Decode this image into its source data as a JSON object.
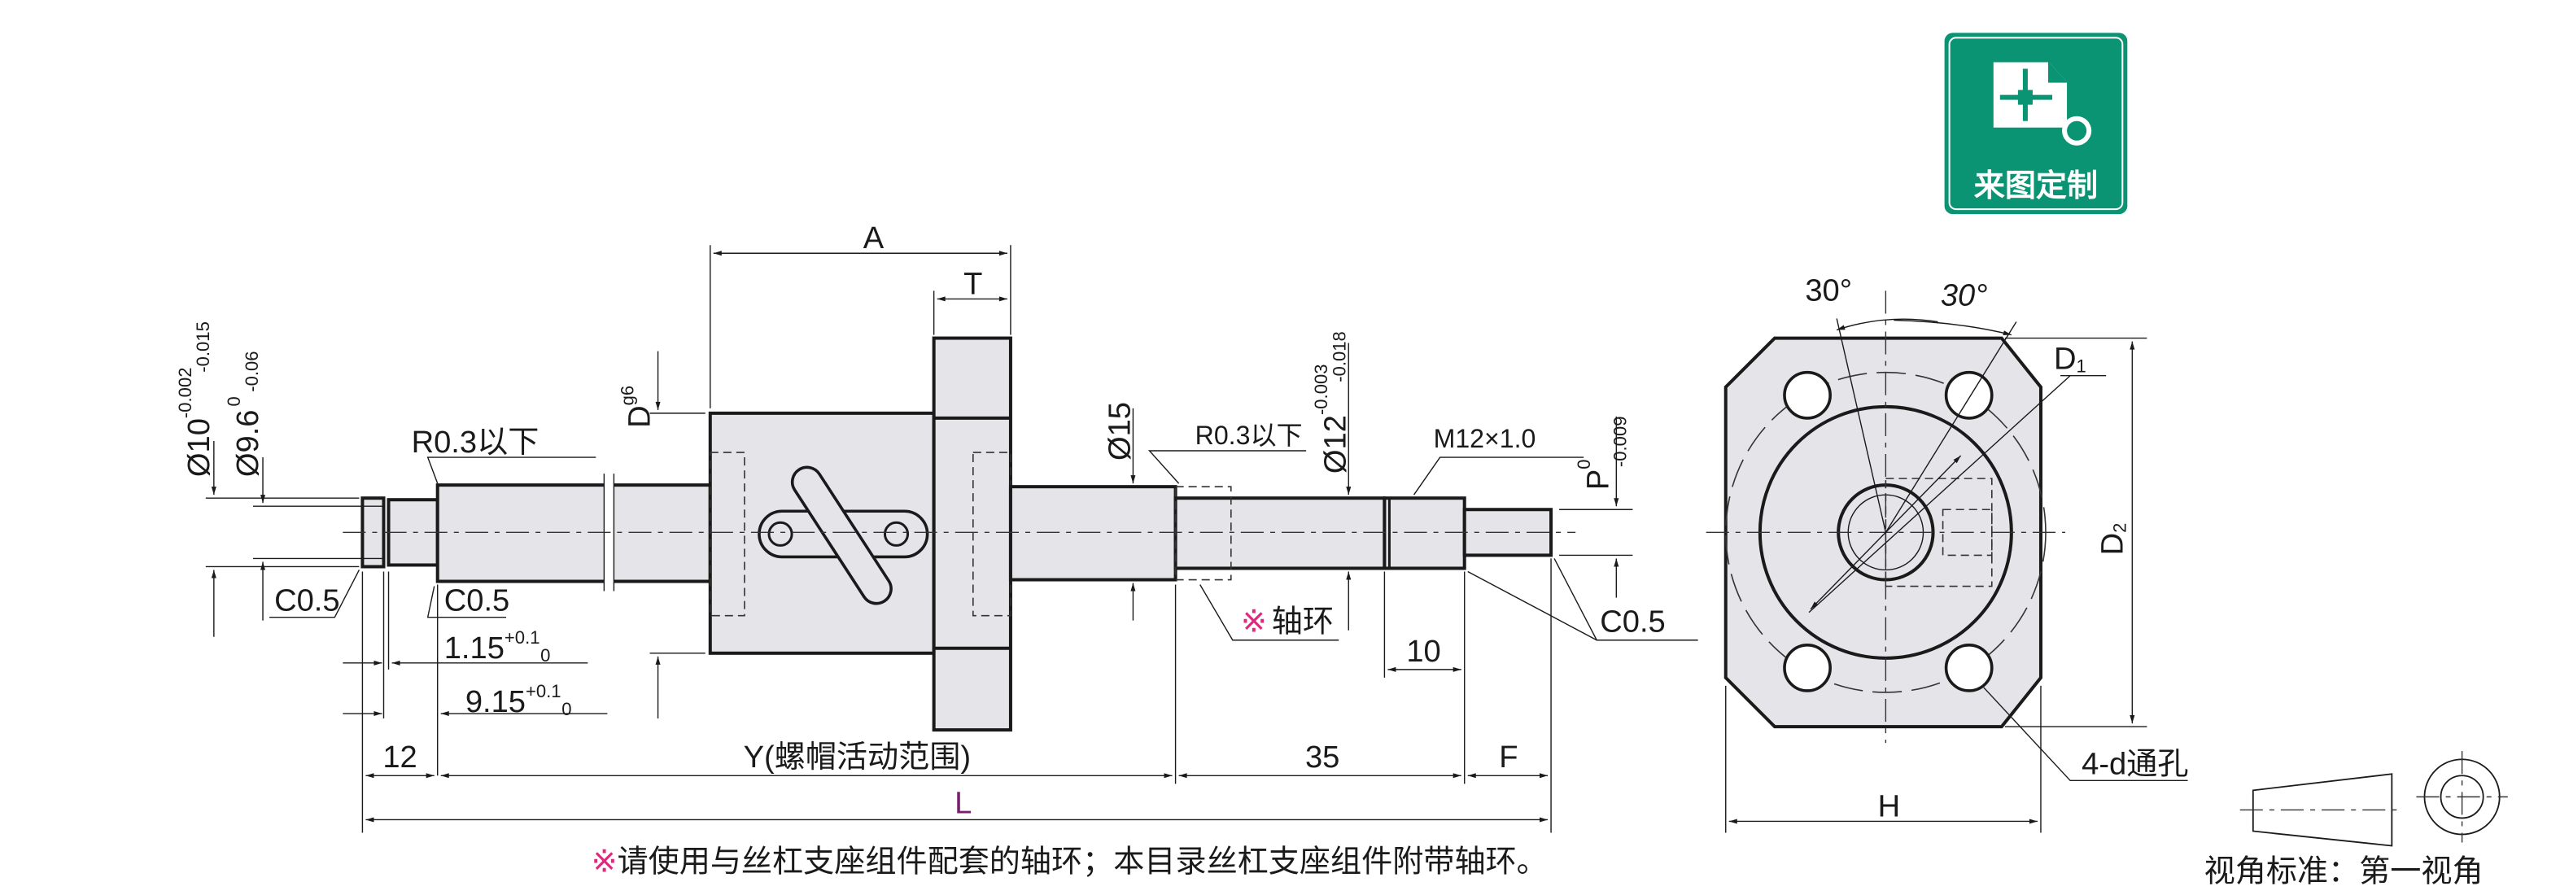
{
  "badge": {
    "label": "来图定制",
    "color": "#0a9473",
    "icon": "custom-drawing-icon"
  },
  "front_view": {
    "dim_A": "A",
    "dim_T": "T",
    "dim_D": "D",
    "dim_D_sub": "g6",
    "left_dia1": "Ø10",
    "left_dia1_tol_upper": "-0.002",
    "left_dia1_tol_lower": "-0.015",
    "left_dia2": "Ø9.6",
    "left_dia2_tol_upper": "0",
    "left_dia2_tol_lower": "-0.06",
    "fillet_left": "R0.3以下",
    "chamfer_left1": "C0.5",
    "chamfer_left2": "C0.5",
    "groove_width1": "1.15",
    "groove_width1_tol_upper": "+0.1",
    "groove_width1_tol_lower": "0",
    "groove_width2": "9.15",
    "groove_width2_tol_upper": "+0.1",
    "groove_width2_tol_lower": "0",
    "dia15": "Ø15",
    "fillet_right": "R0.3以下",
    "dia12": "Ø12",
    "dia12_tol_upper": "-0.003",
    "dia12_tol_lower": "-0.018",
    "thread": "M12×1.0",
    "dim_P": "P",
    "dim_P_tol_upper": "0",
    "dim_P_tol_lower": "-0.009",
    "collar_mark": "※",
    "collar_label": "轴环",
    "dim_10": "10",
    "chamfer_right": "C0.5",
    "dim_12": "12",
    "dim_Y": "Y(螺帽活动范围)",
    "dim_35": "35",
    "dim_F": "F",
    "dim_L": "L",
    "dim_L_color": "#7a1f6e"
  },
  "side_view": {
    "angle1": "30°",
    "angle2": "30°",
    "dim_D1": "D",
    "dim_D1_sub": "1",
    "dim_D2": "D",
    "dim_D2_sub": "2",
    "holes": "4-d通孔",
    "dim_H": "H"
  },
  "note": {
    "mark": "※",
    "mark_color": "#e0277f",
    "text": "请使用与丝杠支座组件配套的轴环；本目录丝杠支座组件附带轴环。"
  },
  "projection": {
    "label": "视角标准：第一视角"
  }
}
